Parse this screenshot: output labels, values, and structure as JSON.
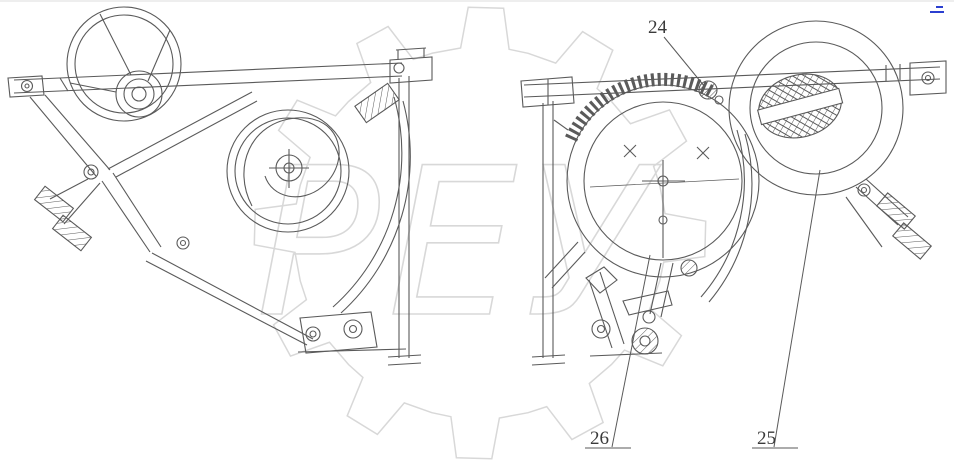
{
  "callouts": {
    "c24": {
      "label": "24"
    },
    "c25": {
      "label": "25"
    },
    "c26": {
      "label": "26"
    }
  },
  "watermark": {
    "text": "РЕУ"
  },
  "colors": {
    "line": "#5a5a5a",
    "watermark": "#d8d8d8",
    "stamp": "#2b3fd0",
    "background": "#ffffff"
  }
}
